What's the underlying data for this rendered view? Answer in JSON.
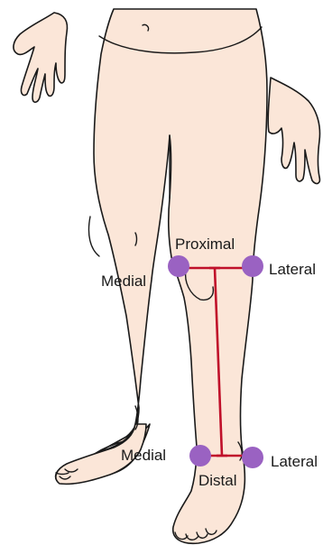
{
  "labels": {
    "proximal": "Proximal",
    "distal": "Distal",
    "medial_top": "Medial",
    "lateral_top": "Lateral",
    "medial_bottom": "Medial",
    "lateral_bottom": "Lateral"
  },
  "colors": {
    "skin": "#fbe6d8",
    "outline": "#1a1a1a",
    "marker": "#9a62c2",
    "measure_line": "#c0102a"
  }
}
